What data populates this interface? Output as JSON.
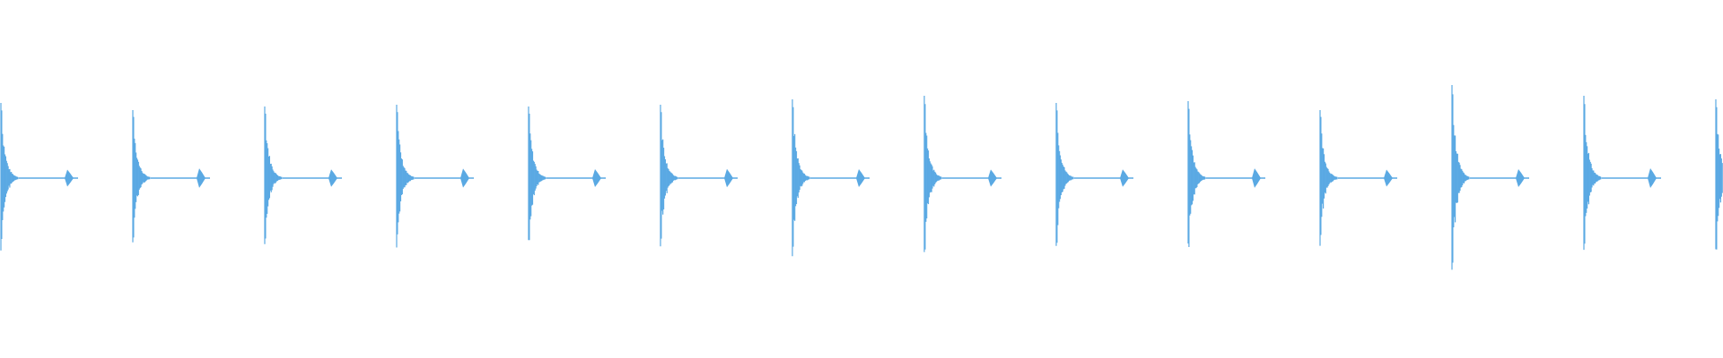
{
  "waveform": {
    "color": "#5aa9e3",
    "background": "#ffffff",
    "repeats": 14,
    "visible_fraction_of_last_hit": 0.12,
    "hit_peaks": [
      0.42,
      0.38,
      0.4,
      0.41,
      0.4,
      0.41,
      0.44,
      0.46,
      0.42,
      0.43,
      0.38,
      0.52,
      0.46,
      0.44
    ]
  }
}
